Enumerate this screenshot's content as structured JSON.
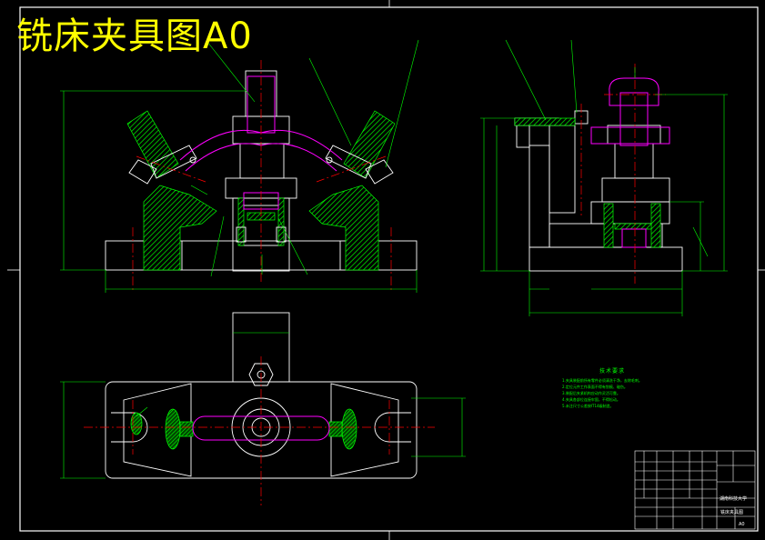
{
  "drawing_title": "铣床夹具图A0",
  "technical_notes": {
    "heading": "技术要求",
    "items": [
      "1.夹具装配前所有零件必须清洗干净，去除毛刺。",
      "2.定位元件工作表面不得有划痕、碰伤。",
      "3.装配后夹紧机构应动作灵活可靠。",
      "4.夹具各部位连接牢固，不得松动。",
      "5.未注尺寸公差按IT14级制造。"
    ]
  },
  "title_block": {
    "university": "湖南科技大学",
    "drawing_name": "铣床夹具图",
    "drawing_number": "A0"
  },
  "colors": {
    "background": "#000000",
    "outline": "#ffffff",
    "dimension": "#00ff00",
    "centerline": "#ff0000",
    "workpiece": "#ff00ff",
    "title": "#ffff00"
  }
}
